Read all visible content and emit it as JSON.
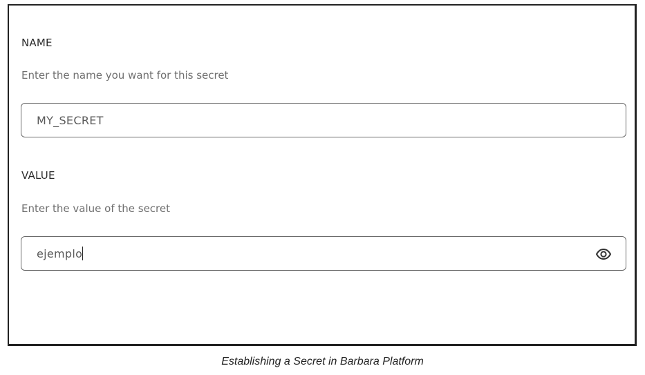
{
  "form": {
    "name": {
      "label": "NAME",
      "help": "Enter the name you want for this secret",
      "value": "MY_SECRET"
    },
    "value": {
      "label": "VALUE",
      "help": "Enter the value of the secret",
      "value": "ejemplo",
      "visibility_icon": "eye-icon"
    }
  },
  "caption": "Establishing a Secret in Barbara Platform"
}
